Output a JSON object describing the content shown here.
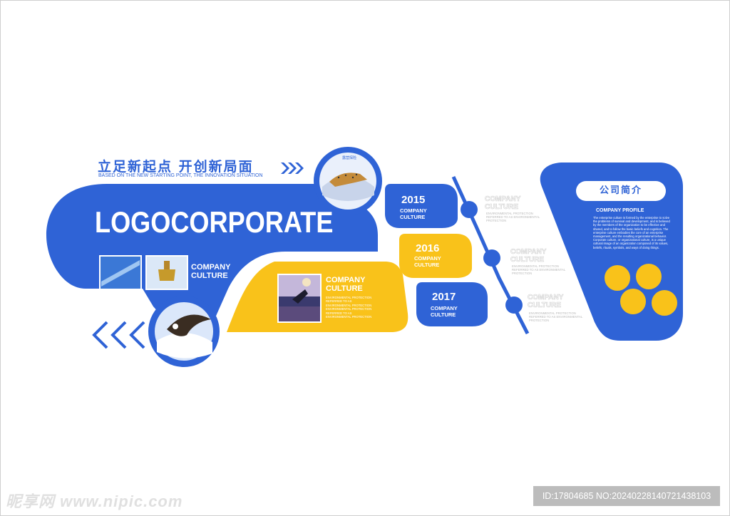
{
  "headline_cn": "立足新起点  开创新局面",
  "headline_en": "BASED ON THE NEW STARTING POINT, THE INNOVATION SITUATION",
  "logo_text": "LOGOCORPORATE",
  "culture_label_1": "COMPANY\nCULTURE",
  "culture_label_2": "COMPANY\nCULTURE",
  "culture_small_text": "ENVIRONMENTAL PROTECTION REFERRED TO AS ENVIRONMENTAL PROTECTION ENVIRONMENTAL PROTECTION REFERRED TO AS ENVIRONMENTAL PROTECTION",
  "photo_caption": "露营探险",
  "timeline": [
    {
      "year": "2015",
      "label": "COMPANY\nCULTURE",
      "ghost": "COMPANY\nCULTURE",
      "note": "ENVIRONMENTAL PROTECTION\nREFERRED TO AS ENVIRONMENTAL\nPROTECTION"
    },
    {
      "year": "2016",
      "label": "COMPANY\nCULTURE",
      "ghost": "COMPANY\nCULTURE",
      "note": "ENVIRONMENTAL PROTECTION\nREFERRED TO AS ENVIRONMENTAL\nPROTECTION"
    },
    {
      "year": "2017",
      "label": "COMPANY\nCULTURE",
      "ghost": "COMPANY\nCULTURE",
      "note": "ENVIRONMENTAL PROTECTION\nREFERRED TO AS ENVIRONMENTAL\nPROTECTION"
    }
  ],
  "profile": {
    "title": "公司简介",
    "subtitle": "COMPANY PROFILE",
    "body": "The enterprise culture is formed by the enterprise to solve the problems of survival and development, and is believed by the members of the organization to be effective and shared, and to follow the basic beliefs and cognition. The enterprise culture embodies the core of an enterprise management, and the resulting organizational behavior. Corporate culture, or organizational culture, is a unique cultural image of an organization composed of its values, beliefs, rituals, symbols, and ways of doing things."
  },
  "watermark": "昵享网 www.nipic.com",
  "id_line": "ID:17804685 NO:20240228140721438103",
  "colors": {
    "blue": "#2f63d6",
    "yellow": "#f9c21a",
    "white": "#ffffff"
  },
  "icons": [
    "arrow-right-icon",
    "arrow-left-icon",
    "timeline-dot-icon"
  ]
}
